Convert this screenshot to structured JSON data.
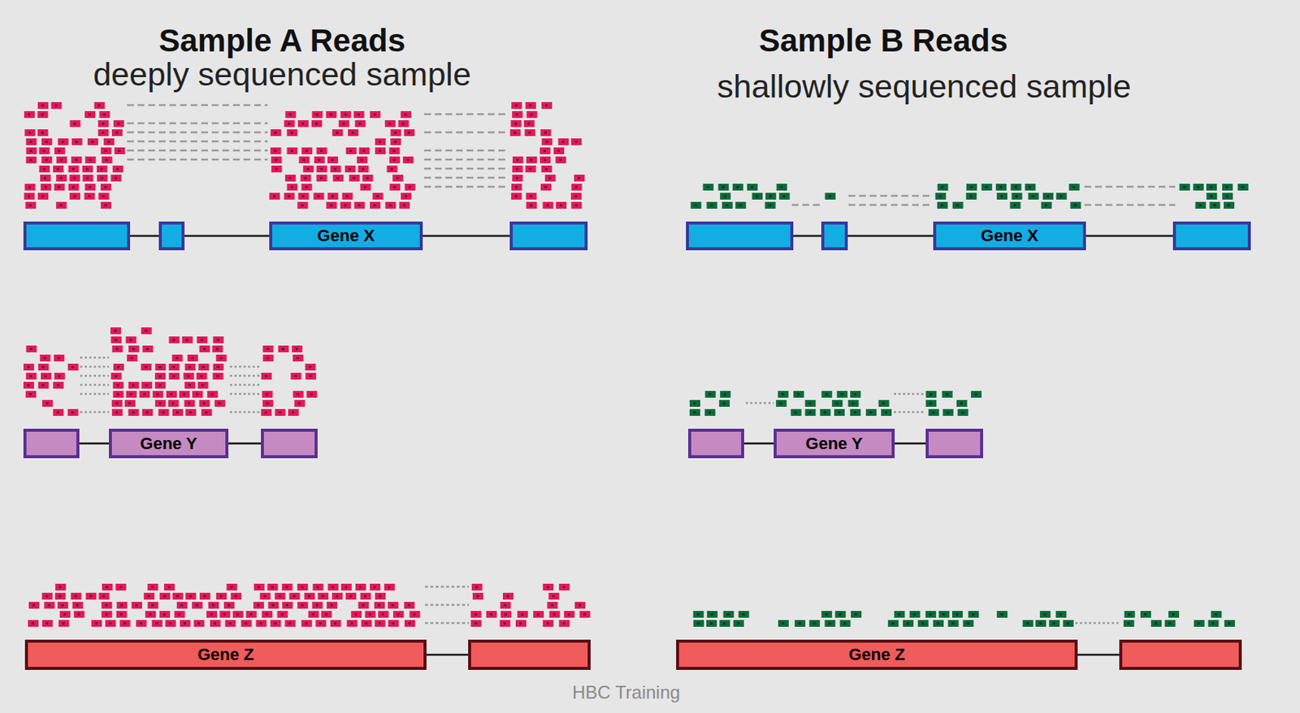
{
  "diagram": {
    "nodes": [
      {
        "text": [
          "Gene X"
        ]
      },
      {
        "text": [
          "Gene X"
        ]
      },
      {
        "text": [
          "Gene Y"
        ]
      },
      {
        "text": [
          "Gene Y"
        ]
      },
      {
        "text": [
          "Gene Z"
        ]
      },
      {
        "text": [
          "Gene Z"
        ]
      }
    ],
    "labels": [
      "Sample A Reads",
      "deeply sequenced sample",
      "Sample B Reads",
      "shallowly sequenced sample",
      "HBC Training"
    ]
  }
}
